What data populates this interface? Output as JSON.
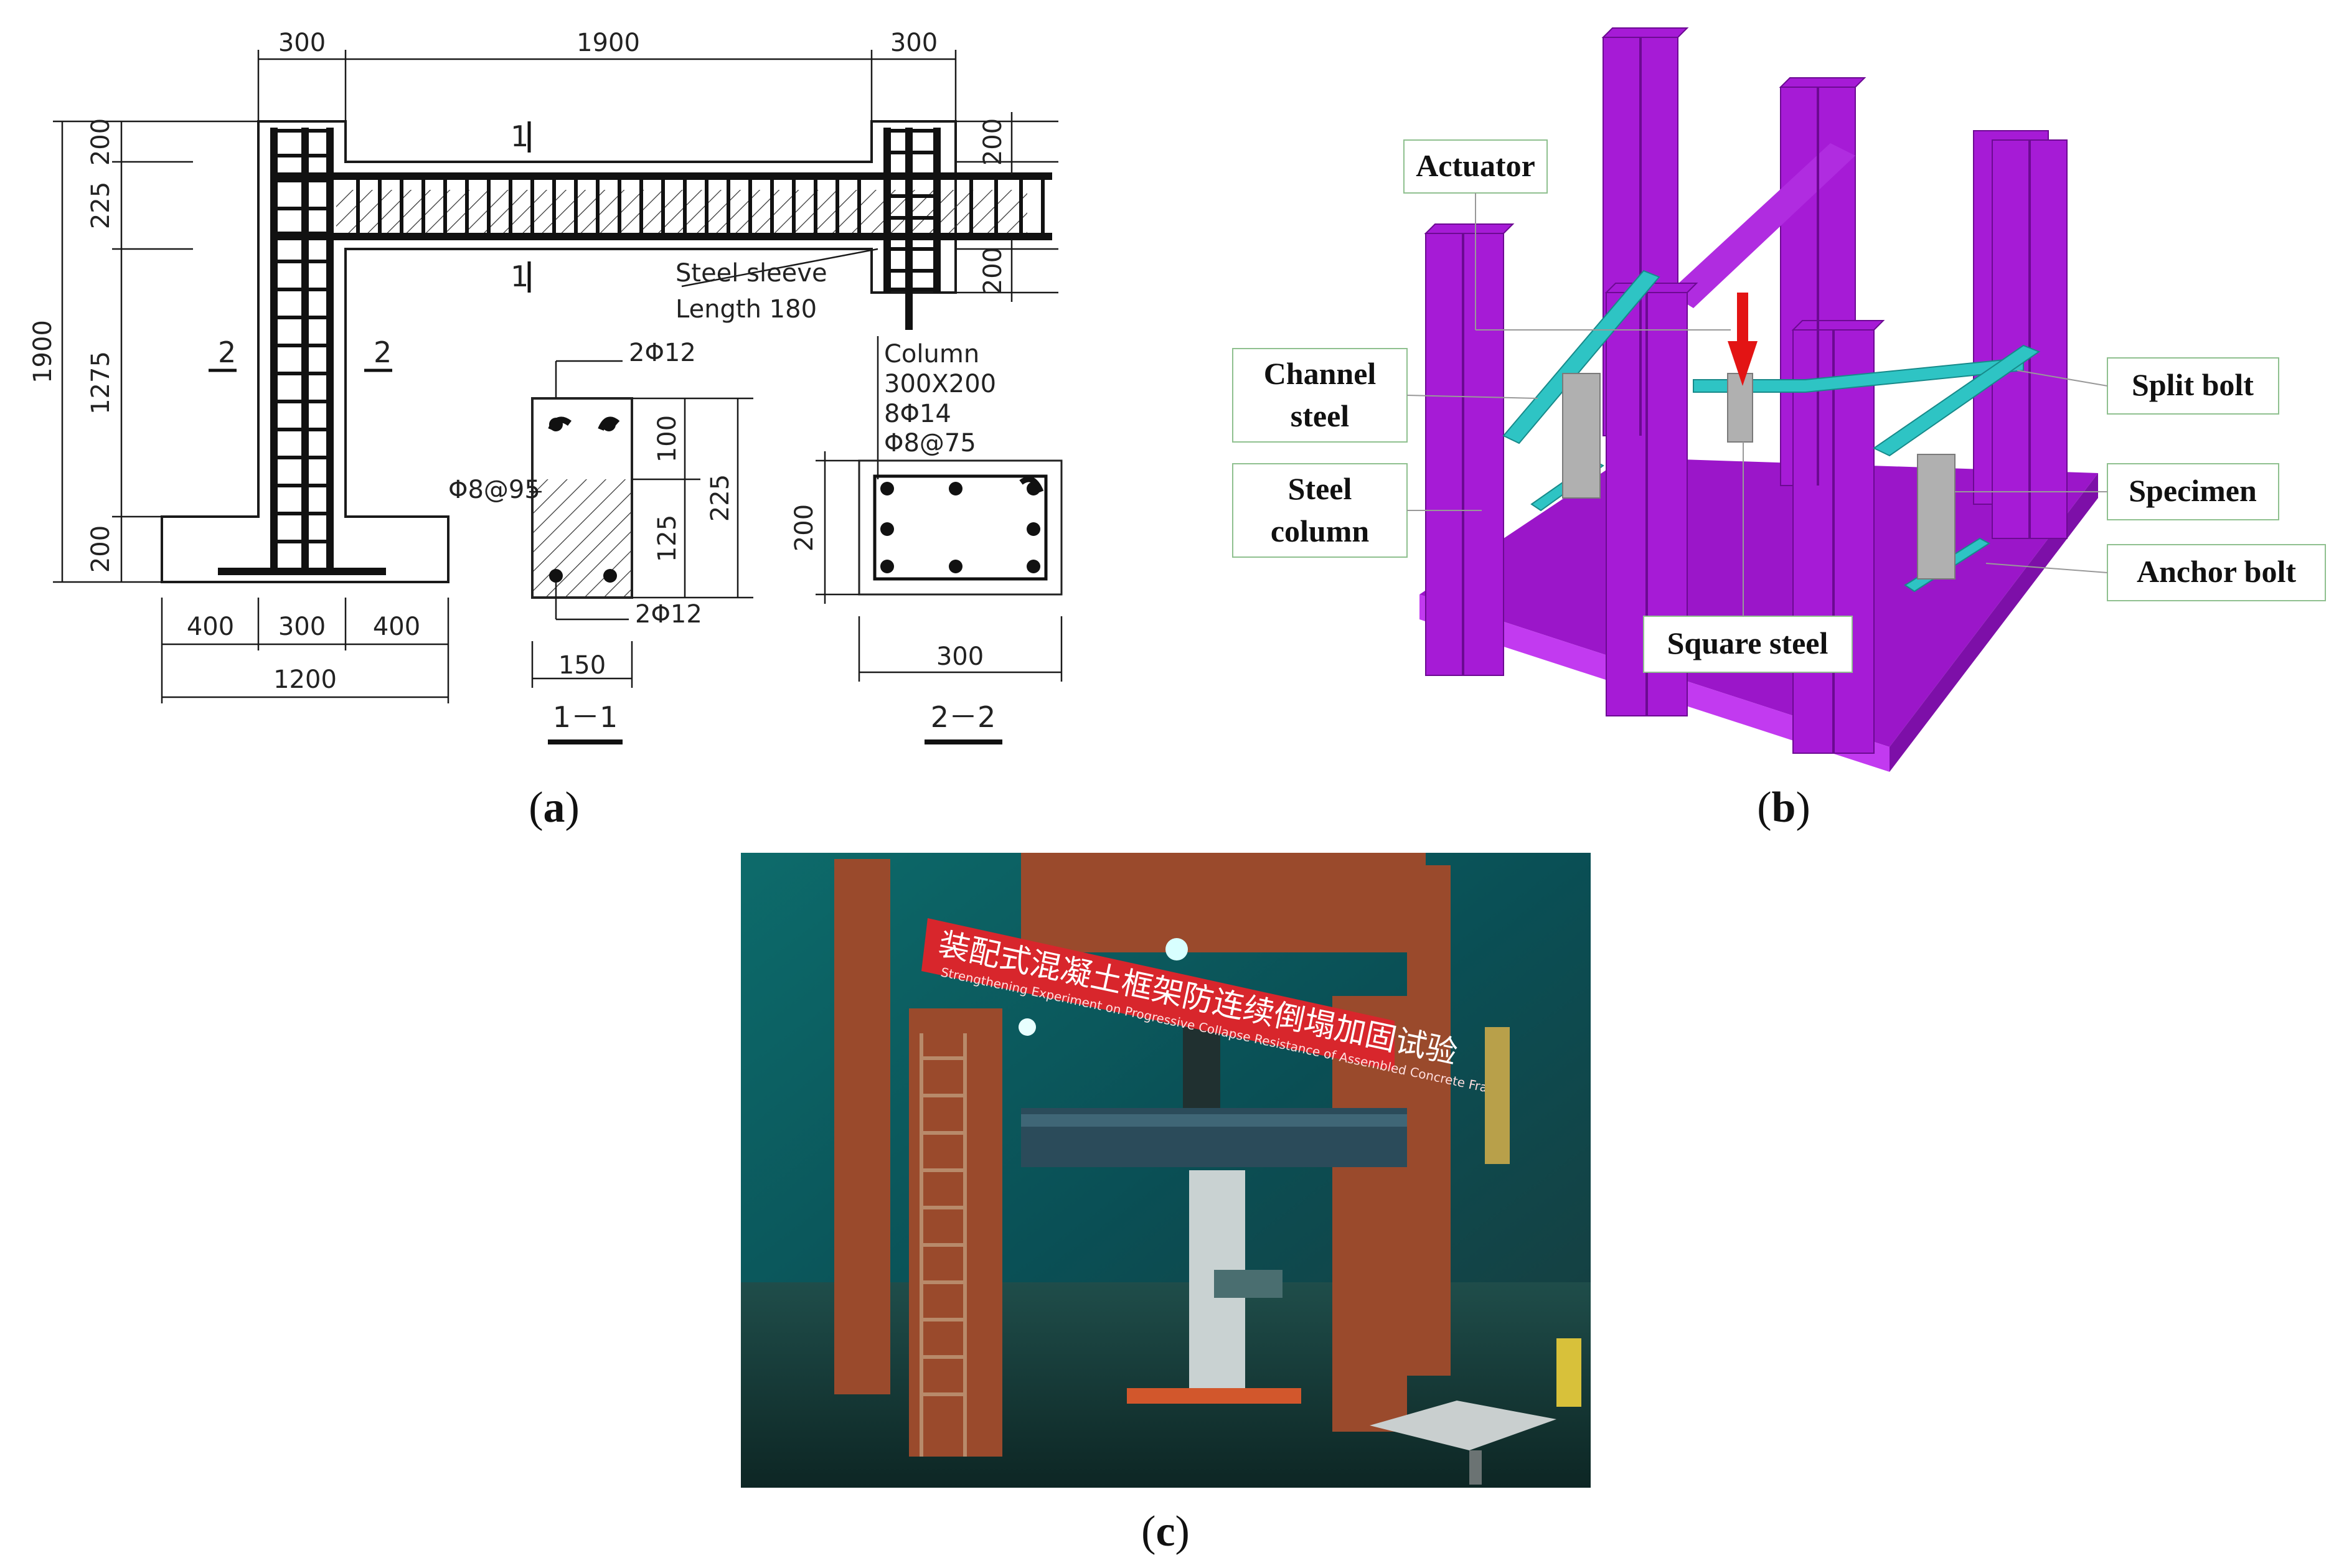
{
  "panel_a": {
    "dims_top": [
      "300",
      "1900",
      "300"
    ],
    "dims_left": [
      "200",
      "225",
      "1275",
      "200"
    ],
    "dim_total_height": "1900",
    "dims_bottom": [
      "400",
      "300",
      "400"
    ],
    "dim_total_width": "1200",
    "section_marks": {
      "one": "1",
      "two": "2"
    },
    "steel_sleeve": "Steel sleeve",
    "sleeve_length": "Length 180",
    "right_dims": [
      "200",
      "200"
    ],
    "section_1_1": {
      "top_rebar": "2Φ12",
      "stirrup": "Φ8@95",
      "bottom_rebar": "2Φ12",
      "dims_right": [
        "100",
        "125"
      ],
      "dim_total": "225",
      "width": "150",
      "title": "1－1"
    },
    "section_2_2": {
      "label_lines": [
        "Column",
        "300X200",
        "8Φ14",
        "Φ8@75"
      ],
      "height": "200",
      "width": "300",
      "title": "2－2"
    },
    "caption_letter": "a"
  },
  "panel_b": {
    "labels": {
      "actuator": "Actuator",
      "channel_steel_1": "Channel",
      "channel_steel_2": "steel",
      "steel_column_1": "Steel",
      "steel_column_2": "column",
      "split_bolt": "Split bolt",
      "specimen": "Specimen",
      "anchor_bolt": "Anchor bolt",
      "square_steel": "Square steel"
    },
    "colors": {
      "frame": "#a61bd6",
      "beam": "#2ec4c4",
      "specimen": "#b0b0b0",
      "arrow": "#e31414"
    },
    "caption_letter": "b"
  },
  "panel_c": {
    "banner_text": "装配式混凝土框架防连续倒塌加固试验",
    "banner_subtext": "Strengthening Experiment on Progressive Collapse Resistance of Assembled Concrete Frame",
    "caption_letter": "c"
  }
}
